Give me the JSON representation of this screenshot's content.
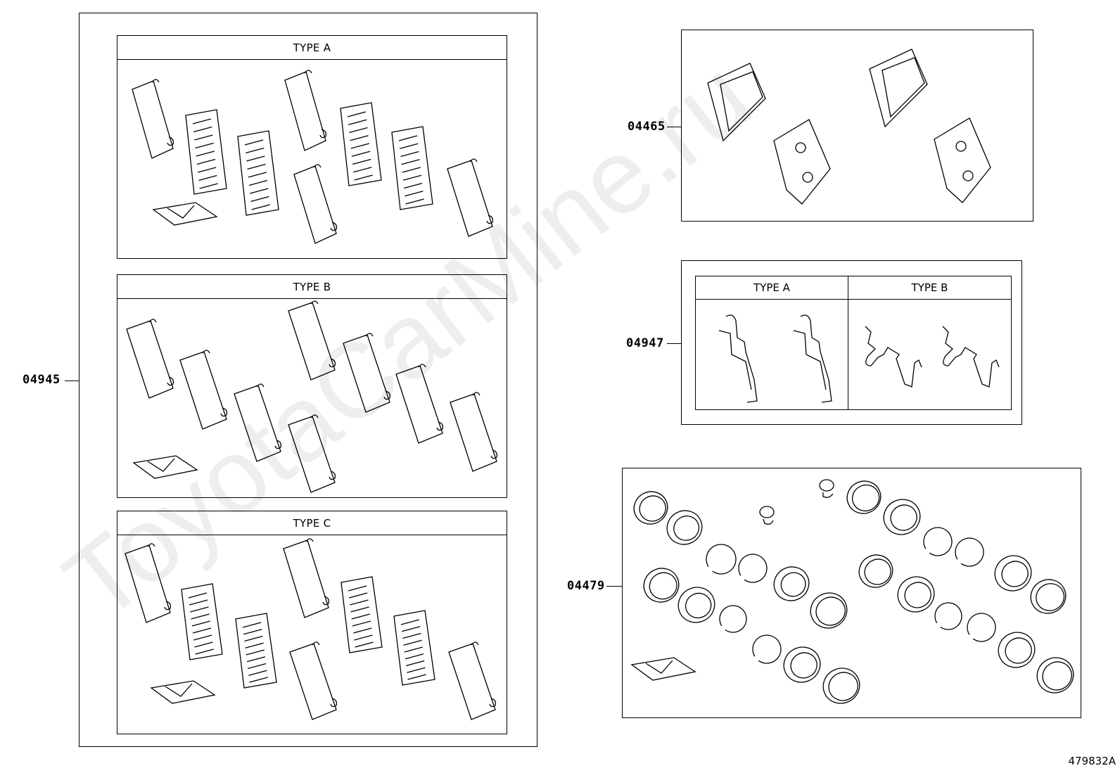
{
  "parts": {
    "kit_left": "04945",
    "pads_top": "04465",
    "clips": "04947",
    "seals": "04479"
  },
  "headers": {
    "type_a": "TYPE A",
    "type_b": "TYPE B",
    "type_c": "TYPE C",
    "clip_type_a": "TYPE A",
    "clip_type_b": "TYPE B"
  },
  "reference": "479832A",
  "watermark": "ToyotaCarMine.ru",
  "colors": {
    "line": "#000000",
    "background": "#ffffff",
    "watermark": "#eeeeee"
  }
}
